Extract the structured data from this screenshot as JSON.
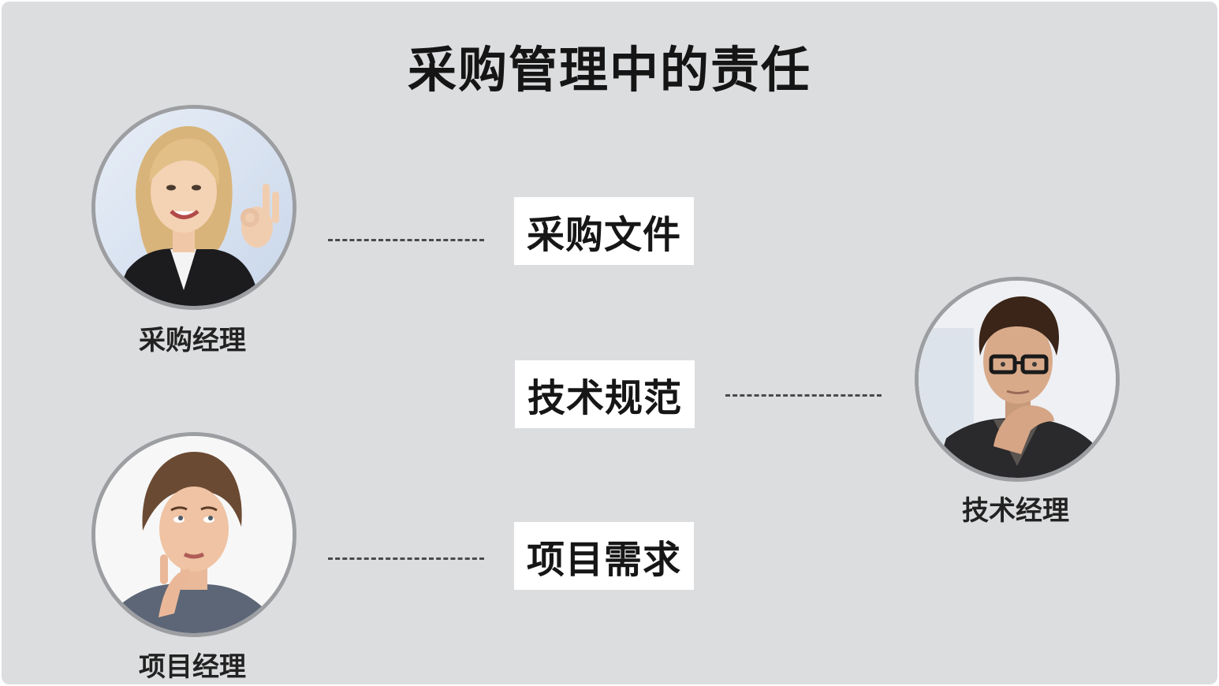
{
  "title": "采购管理中的责任",
  "roles": {
    "procurement": "采购经理",
    "project": "项目经理",
    "technical": "技术经理"
  },
  "responsibilities": {
    "procurement_docs": "采购文件",
    "tech_specs": "技术规范",
    "project_reqs": "项目需求"
  },
  "colors": {
    "background": "#dcdddf",
    "box": "#ffffff",
    "avatar_border": "#9c9ea1"
  }
}
